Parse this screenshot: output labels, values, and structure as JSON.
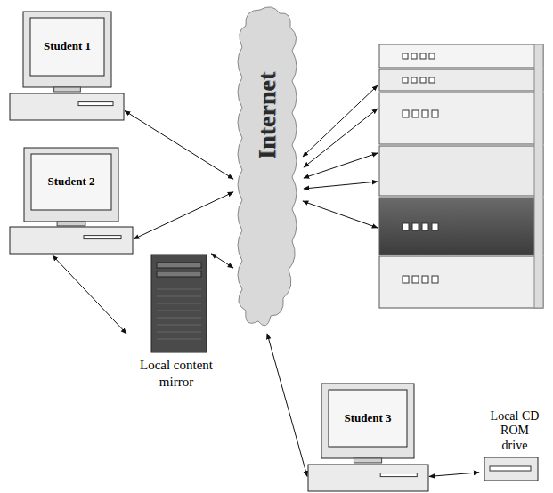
{
  "diagram": {
    "nodes": [
      {
        "text": [
          "Student 1"
        ]
      },
      {
        "text": [
          "Internet"
        ]
      },
      {
        "text": [
          "Student 2"
        ]
      },
      {
        "text": [
          "Local content mirror"
        ]
      },
      {
        "text": [
          "Student 3"
        ]
      },
      {
        "text": [
          "Local CD ROM drive"
        ]
      }
    ],
    "edges": [
      {
        "from": 0,
        "to": 1,
        "arrow": "both"
      },
      {
        "from": 2,
        "to": 1,
        "arrow": "both"
      },
      {
        "from": 2,
        "to": 3,
        "arrow": "both"
      },
      {
        "from": 3,
        "to": 1,
        "arrow": "both"
      },
      {
        "from": 1,
        "to": 4,
        "arrow": "both"
      },
      {
        "from": 4,
        "to": 5,
        "arrow": "both"
      }
    ]
  }
}
